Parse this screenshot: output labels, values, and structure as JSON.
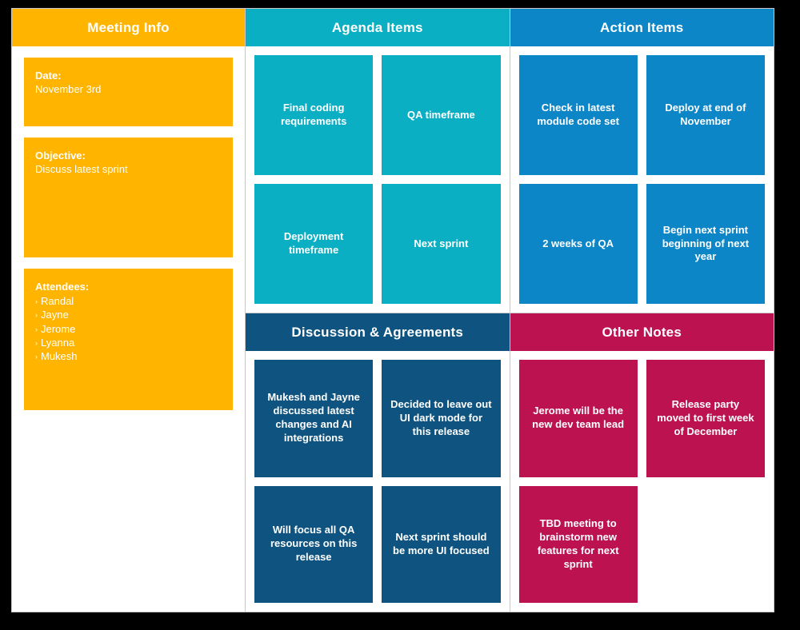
{
  "colors": {
    "meeting_info": "#ffb400",
    "agenda_items": "#0bafc4",
    "action_items": "#0d86c8",
    "discussion": "#0f5480",
    "other_notes": "#bc1350",
    "board_background": "#ffffff",
    "frame": "#000000",
    "text_on_card": "#ffffff"
  },
  "sections": {
    "meeting_info": {
      "title": "Meeting Info",
      "date": {
        "label": "Date:",
        "value": "November 3rd"
      },
      "objective": {
        "label": "Objective:",
        "value": "Discuss latest sprint"
      },
      "attendees": {
        "label": "Attendees:",
        "bullet": "›",
        "people": [
          "Randal",
          "Jayne",
          "Jerome",
          "Lyanna",
          "Mukesh"
        ]
      }
    },
    "agenda_items": {
      "title": "Agenda Items",
      "cards": [
        "Final coding requirements",
        "QA timeframe",
        "Deployment timeframe",
        "Next sprint"
      ]
    },
    "action_items": {
      "title": "Action Items",
      "cards": [
        "Check in latest module code set",
        "Deploy at end of November",
        "2 weeks of QA",
        "Begin next sprint beginning of next year"
      ]
    },
    "discussion_agreements": {
      "title": "Discussion & Agreements",
      "cards": [
        "Mukesh and Jayne discussed latest changes and AI integrations",
        "Decided to leave out UI dark mode for this release",
        "Will focus all QA resources on this release",
        "Next sprint should be more UI focused"
      ]
    },
    "other_notes": {
      "title": "Other Notes",
      "cards": [
        "Jerome will be the new dev team lead",
        "Release party moved to first week of December",
        "TBD meeting to brainstorm new features for next sprint",
        ""
      ]
    }
  }
}
